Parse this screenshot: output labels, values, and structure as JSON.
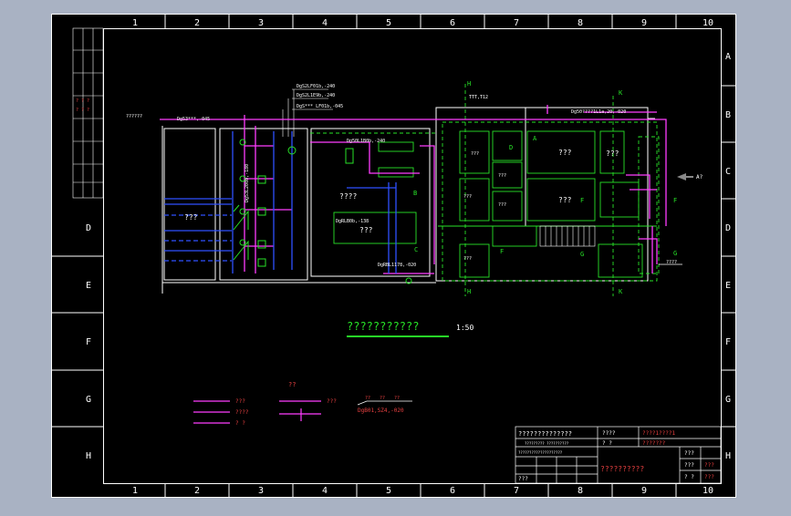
{
  "frame": {
    "columns": [
      "1",
      "2",
      "3",
      "4",
      "5",
      "6",
      "7",
      "8",
      "9",
      "10"
    ],
    "rows": [
      "A",
      "B",
      "C",
      "D",
      "E",
      "F",
      "G",
      "H"
    ],
    "side_rows": [
      "D",
      "E",
      "F",
      "G",
      "H"
    ]
  },
  "drawing": {
    "main_title": "???????????",
    "scale": "1:50",
    "labels": {
      "top_pipe_1": "DgS2LF01b,-240",
      "top_pipe_2": "DgS2L1E9b,-240",
      "top_pipe_3": "DgS*** LF01b,-045",
      "left_in": "??????",
      "left_dn": "Dg53***,-045",
      "pipe_p1": "Dg53L200b,-180",
      "pipe_p2": "Dg50L1B0b,-240",
      "pipe_p3": "DgRLB0b,-138",
      "pipe_p4": "DgRBL1178,-020",
      "pipe_right": "Dg50????1L1a,20,-020",
      "room_big": "???",
      "room_mid": "????",
      "room_mid2": "???",
      "room_a": "???",
      "room_b": "???",
      "room_c": "???",
      "room_d": "???",
      "room_e": "???",
      "room_f": "???",
      "room_g": "???",
      "room_h": "???",
      "arrow_a": "A?",
      "out_right": "????",
      "ttt": "TTT,T12"
    },
    "markers": [
      "A",
      "B",
      "C",
      "D",
      "E",
      "F",
      "G",
      "H",
      "K"
    ]
  },
  "legend": {
    "title": "??",
    "items": [
      "???",
      "????",
      "? ?"
    ],
    "item2_label": "???",
    "sample": "DgB01,SZ4,-020",
    "marks": [
      "??",
      "??",
      "??"
    ]
  },
  "title_block": {
    "project": "??????????????",
    "c1": "????",
    "c2": "????1????1",
    "c3": "? ?",
    "c4": "???????",
    "sub1": "????????? ??????????",
    "sub2": "????????????????????",
    "drawing_name": "??????????",
    "r1": "???",
    "r2": "???",
    "r3": "? ?",
    "sig1": "???",
    "sig2": "???",
    "sig3": "???"
  }
}
